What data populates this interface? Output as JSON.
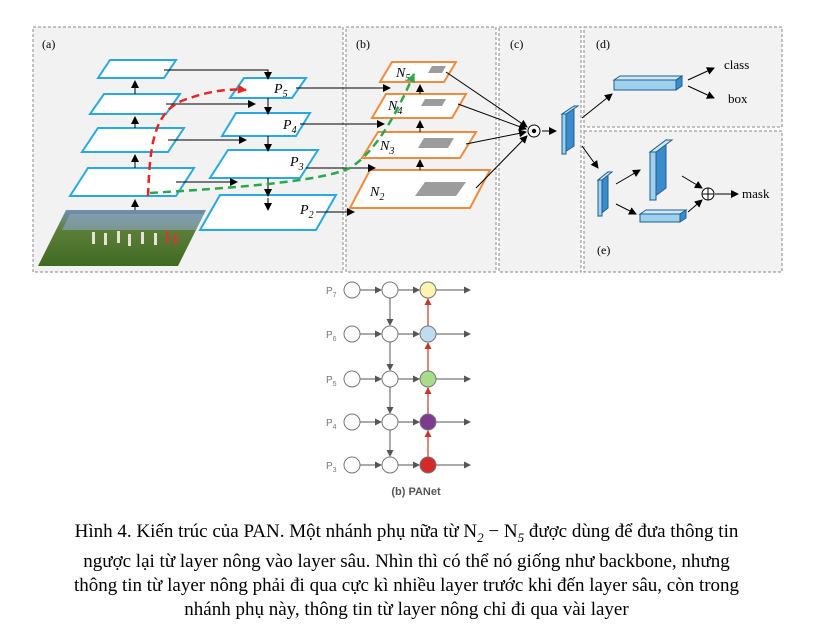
{
  "fig_top": {
    "panel_labels": {
      "a": "(a)",
      "b": "(b)",
      "c": "(c)",
      "d": "(d)",
      "e": "(e)"
    },
    "p_labels": [
      {
        "base": "P",
        "sub": "5"
      },
      {
        "base": "P",
        "sub": "4"
      },
      {
        "base": "P",
        "sub": "3"
      },
      {
        "base": "P",
        "sub": "2"
      }
    ],
    "n_labels": [
      {
        "base": "N",
        "sub": "5"
      },
      {
        "base": "N",
        "sub": "4"
      },
      {
        "base": "N",
        "sub": "3"
      },
      {
        "base": "N",
        "sub": "2"
      }
    ],
    "outputs": {
      "class": "class",
      "box": "box",
      "mask": "mask"
    },
    "colors": {
      "fpn_border": "#29a9e0",
      "pan_border": "#f08a3c",
      "red_path": "#e32626",
      "green_path": "#2aa84a",
      "box_fill": "#9fd0ee",
      "box_stroke": "#1f5f8f"
    }
  },
  "fig_bottom": {
    "row_labels": [
      {
        "base": "P",
        "sub": "7"
      },
      {
        "base": "P",
        "sub": "6"
      },
      {
        "base": "P",
        "sub": "5"
      },
      {
        "base": "P",
        "sub": "4"
      },
      {
        "base": "P",
        "sub": "3"
      }
    ],
    "node_colors": [
      "#fef3b0",
      "#bfdcf1",
      "#a8dc8a",
      "#7b3b8f",
      "#d42a2a"
    ],
    "title": "(b) PANet",
    "arrow_color": "#c0392b"
  },
  "caption": {
    "line1": "Hình 4. Kiến trúc của PAN. Một nhánh phụ nữa từ N",
    "line1_sub1": "2",
    "line1_mid": " − N",
    "line1_sub2": "5",
    "line1_end": " được dùng để đưa thông tin",
    "line2": "ngược lại từ layer nông vào layer sâu. Nhìn thì có thể nó giống như backbone, nhưng",
    "line3": "thông tin từ layer nông phải đi qua cực kì nhiều layer trước khi đến layer sâu, còn trong",
    "line4": "nhánh phụ này, thông tin từ layer nông chỉ đi qua vài layer"
  }
}
